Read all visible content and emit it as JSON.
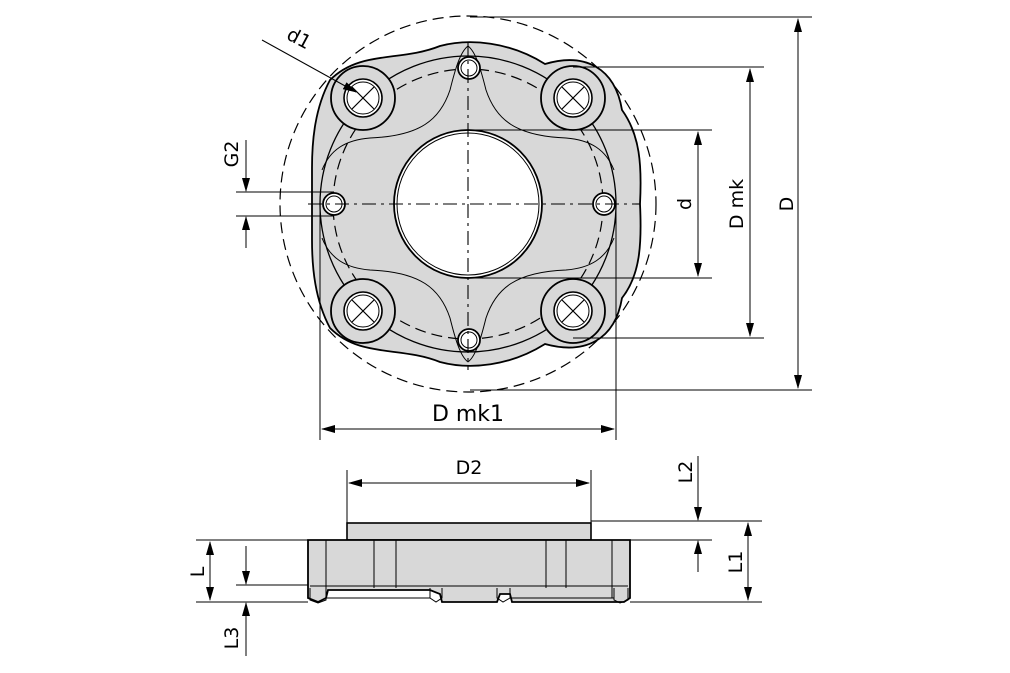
{
  "colors": {
    "part_fill": "#d8d8d8",
    "line": "#000000",
    "background": "#ffffff"
  },
  "labels": {
    "d1": "d1",
    "g2": "G2",
    "d": "d",
    "d_mk": "D mk",
    "D": "D",
    "d_mk1": "D mk1",
    "d2": "D2",
    "l2": "L2",
    "l1": "L1",
    "l": "L",
    "l3": "L3"
  }
}
